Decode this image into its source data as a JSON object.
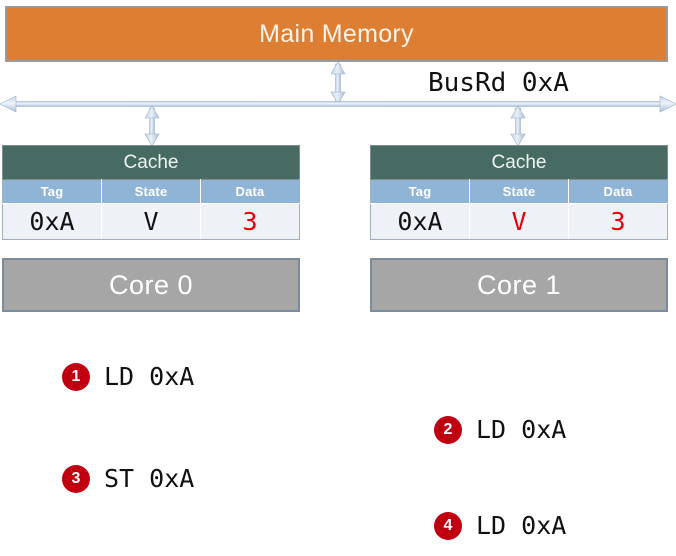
{
  "memory": {
    "label": "Main Memory",
    "fill_color": "#DD7E32",
    "border_color": "#9A9A9A",
    "text_color": "#FDF3EA"
  },
  "bus": {
    "label": "BusRd 0xA",
    "line_color": "#AFC4DC",
    "arrow_color": "#8FAACB"
  },
  "caches": [
    {
      "title": "Cache",
      "columns": [
        "Tag",
        "State",
        "Data"
      ],
      "row": [
        {
          "value": "0xA",
          "color": "#111111"
        },
        {
          "value": "V",
          "color": "#111111"
        },
        {
          "value": "3",
          "color": "#E8000D"
        }
      ],
      "header_fill": "#476B63",
      "column_header_fill": "#8FB4D6"
    },
    {
      "title": "Cache",
      "columns": [
        "Tag",
        "State",
        "Data"
      ],
      "row": [
        {
          "value": "0xA",
          "color": "#111111"
        },
        {
          "value": "V",
          "color": "#E8000D"
        },
        {
          "value": "3",
          "color": "#E8000D"
        }
      ],
      "header_fill": "#476B63",
      "column_header_fill": "#8FB4D6"
    }
  ],
  "cores": [
    {
      "label": "Core 0",
      "fill_color": "#A6A6A6"
    },
    {
      "label": "Core 1",
      "fill_color": "#A6A6A6"
    }
  ],
  "steps": [
    {
      "number": "1",
      "text": "LD 0xA",
      "badge_color": "#C00011"
    },
    {
      "number": "2",
      "text": "LD 0xA",
      "badge_color": "#C00011"
    },
    {
      "number": "3",
      "text": "ST 0xA",
      "badge_color": "#C00011"
    },
    {
      "number": "4",
      "text": "LD 0xA",
      "badge_color": "#C00011"
    }
  ]
}
